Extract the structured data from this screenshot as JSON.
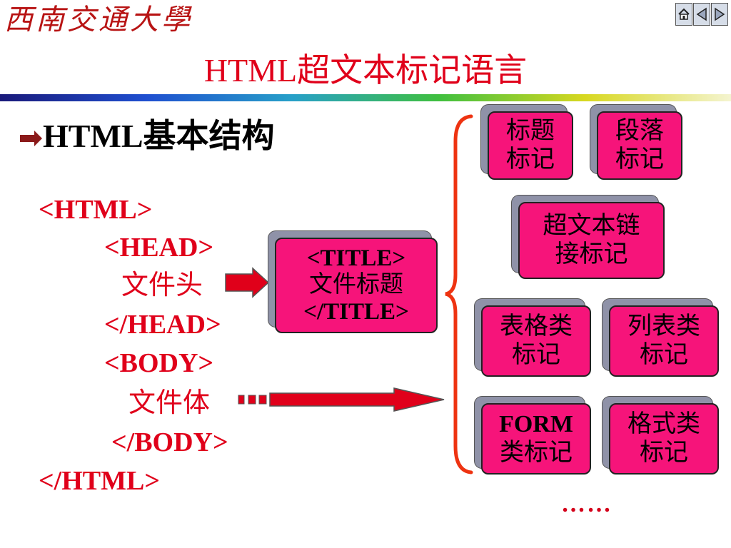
{
  "header": {
    "logo_text": "西南交通大學"
  },
  "nav": {
    "icons": [
      "home-icon",
      "prev-icon",
      "next-icon"
    ]
  },
  "slide": {
    "title": "HTML超文本标记语言",
    "bullet": "HTML基本结构",
    "code": {
      "html_open": "<HTML>",
      "head_open": "<HEAD>",
      "head_content": "文件头",
      "head_close": "</HEAD>",
      "body_open": "<BODY>",
      "body_content": "文件体",
      "body_close": "</BODY>",
      "html_close": "</HTML>"
    },
    "title_box": {
      "line1": "<TITLE>",
      "line2": "文件标题",
      "line3": "</TITLE>"
    },
    "tag_boxes": {
      "heading": {
        "line1": "标题",
        "line2": "标记"
      },
      "paragraph": {
        "line1": "段落",
        "line2": "标记"
      },
      "hyperlink": {
        "line1": "超文本链",
        "line2": "接标记"
      },
      "table": {
        "line1": "表格类",
        "line2": "标记"
      },
      "list": {
        "line1": "列表类",
        "line2": "标记"
      },
      "form": {
        "line1": "FORM",
        "line2": "类标记"
      },
      "format": {
        "line1": "格式类",
        "line2": "标记"
      }
    },
    "ellipsis": "……"
  },
  "colors": {
    "accent_red": "#e0001a",
    "box_pink": "#f6147a",
    "box_shadow": "#8f92a8"
  }
}
